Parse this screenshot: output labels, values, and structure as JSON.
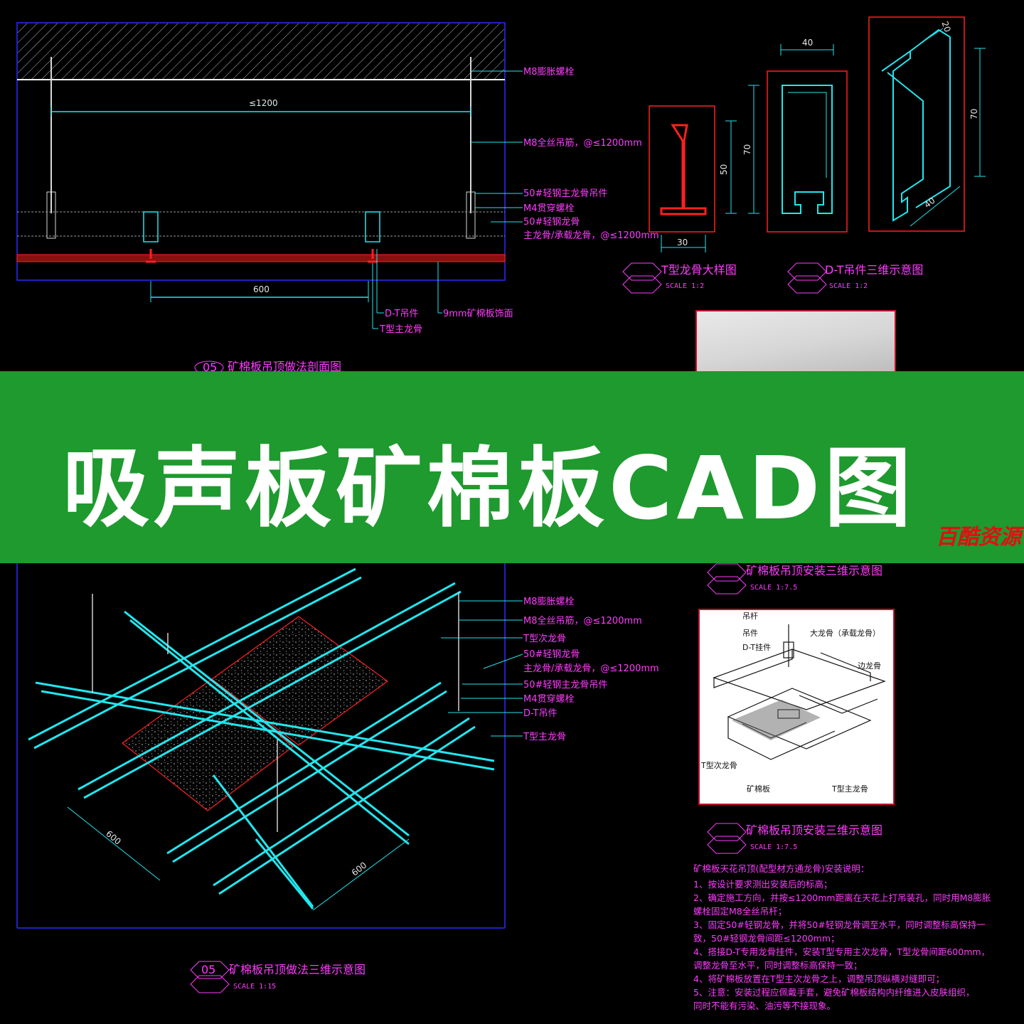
{
  "section_top": {
    "labels": [
      "M8膨胀螺栓",
      "M8全丝吊筋，@≤1200mm",
      "50#轻钢主龙骨吊件",
      "M4贯穿螺栓",
      "50#轻钢龙骨",
      "主龙骨/承载龙骨，@≤1200mm"
    ],
    "bottom_labels": [
      "D-T吊件",
      "T型主龙骨",
      "9mm矿棉板饰面"
    ],
    "dim_span": "≤1200",
    "dim_grid": "600",
    "title_num": "05",
    "title": "矿棉板吊顶做法剖面图"
  },
  "t_detail": {
    "dims": [
      "50",
      "30"
    ],
    "title": "T型龙骨大样图",
    "scale": "SCALE 1:2"
  },
  "dt_detail": {
    "dims": [
      "40",
      "70",
      "20",
      "70",
      "40"
    ],
    "title": "D-T吊件三维示意图",
    "scale": "SCALE 1:2"
  },
  "banner": {
    "title": "吸声板矿棉板CAD图",
    "watermark": "百酷资源"
  },
  "iso": {
    "labels": [
      "M8膨胀螺栓",
      "M8全丝吊筋，@≤1200mm",
      "T型次龙骨",
      "50#轻钢龙骨",
      "主龙骨/承载龙骨，@≤1200mm",
      "50#轻钢主龙骨吊件",
      "M4贯穿螺栓",
      "D-T吊件",
      "T型主龙骨"
    ],
    "dims": [
      "600",
      "600"
    ],
    "title_num": "05",
    "title": "矿棉板吊顶做法三维示意图",
    "scale": "SCALE 1:15"
  },
  "install_1": {
    "title": "矿棉板吊顶安装三维示意图",
    "scale": "SCALE 1:7.5"
  },
  "sketch": {
    "labels": [
      "吊杆",
      "吊件",
      "D-T挂件",
      "大龙骨（承载龙骨）",
      "边龙骨",
      "T型次龙骨",
      "矿棉板",
      "T型主龙骨"
    ]
  },
  "install_2": {
    "title": "矿棉板吊顶安装三维示意图",
    "scale": "SCALE 1:7.5"
  },
  "notes": {
    "heading": "矿棉板天花吊顶(配型材方通龙骨)安装说明：",
    "lines": [
      "1、按设计要求测出安装后的标高；",
      "2、确定施工方向，并按≤1200mm距离在天花上打吊装孔，同时用M8膨胀",
      "螺栓固定M8全丝吊杆；",
      "3、固定50#轻钢龙骨，并将50#轻钢龙骨调至水平，同时调整标高保持一",
      "致，50#轻钢龙骨间距≤1200mm；",
      "4、搭接D-T专用龙骨挂件，安装T型专用主次龙骨，T型龙骨间距600mm，",
      "调整龙骨至水平，同时调整标高保持一致；",
      "4、将矿棉板放置在T型主次龙骨之上，调整吊顶纵横对缝即可；",
      "5、注意：安装过程应佩戴手套，避免矿棉板结构内纤维进入皮肤组织，",
      "同时不能有污染、油污等不接现象。"
    ]
  },
  "colors": {
    "background": "#000000",
    "frame": "#2a2aff",
    "cyan": "#22e6ee",
    "magenta": "#ff3cff",
    "red": "#ff2020",
    "banner": "#1e9a2e"
  }
}
